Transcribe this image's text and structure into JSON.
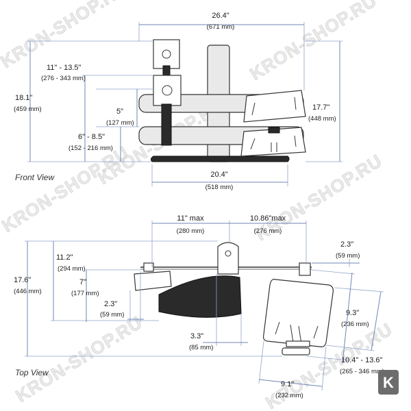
{
  "front_view": {
    "label": "Front View",
    "dims": {
      "overall_width": {
        "main": "26.4\"",
        "sub": "(671 mm)"
      },
      "monitor_height": {
        "main": "11\" - 13.5\"",
        "sub": "(276 - 343 mm)"
      },
      "overall_height": {
        "main": "18.1\"",
        "sub": "(459 mm)"
      },
      "right_height": {
        "main": "17.7\"",
        "sub": "(448 mm)"
      },
      "adjust_5": {
        "main": "5\"",
        "sub": "(127 mm)"
      },
      "lower_height": {
        "main": "6\" - 8.5\"",
        "sub": "(152 - 216 mm)"
      },
      "base_width": {
        "main": "20.4\"",
        "sub": "(518 mm)"
      }
    }
  },
  "top_view": {
    "label": "Top View",
    "dims": {
      "left_reach": {
        "main": "11\" max",
        "sub": "(280 mm)"
      },
      "right_reach": {
        "main": "10.86\"max",
        "sub": "(276 mm)"
      },
      "right_ext": {
        "main": "2.3\"",
        "sub": "(59 mm)"
      },
      "depth_11_2": {
        "main": "11.2\"",
        "sub": "(294 mm)"
      },
      "depth_17_6": {
        "main": "17.6\"",
        "sub": "(446 mm)"
      },
      "depth_7": {
        "main": "7\"",
        "sub": "(177 mm)"
      },
      "left_ext": {
        "main": "2.3\"",
        "sub": "(59 mm)"
      },
      "tray_depth": {
        "main": "9.3\"",
        "sub": "(236 mm)"
      },
      "offset_3_3": {
        "main": "3.3\"",
        "sub": "(85 mm)"
      },
      "tray_reach": {
        "main": "10.4\" - 13.6\"",
        "sub": "(265 - 346 mm)"
      },
      "tray_width": {
        "main": "9.1\"",
        "sub": "(232 mm)"
      }
    }
  },
  "watermark": {
    "text": "KRON-SHOP.RU",
    "badge_letter": "K"
  }
}
